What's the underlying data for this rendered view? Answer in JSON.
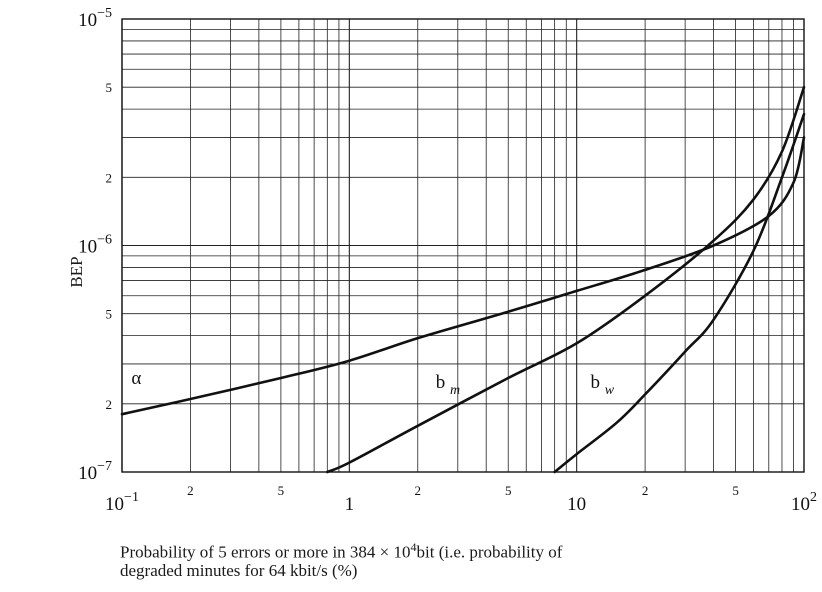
{
  "chart_data": {
    "type": "line",
    "title": "",
    "xlabel": "Probability of 5 errors or more in 384 × 10⁴ bit (i.e. probability of degraded minutes for 64 kbit/s (%)",
    "xlabel_parts": {
      "line1_a": "Probability of 5 errors or more in 384 × 10",
      "line1_sup": "4",
      "line1_b": "bit (i.e. probability of",
      "line2": "degraded minutes for 64 kbit/s (%)"
    },
    "ylabel": "BEP",
    "x_scale": "log",
    "y_scale": "log",
    "xlim": [
      0.1,
      100
    ],
    "ylim": [
      1e-07,
      1e-05
    ],
    "grid": true,
    "x_major_ticks": [
      {
        "value": 0.1,
        "base": "10",
        "sup": "−1"
      },
      {
        "value": 1,
        "base": "1",
        "sup": ""
      },
      {
        "value": 10,
        "base": "10",
        "sup": ""
      },
      {
        "value": 100,
        "base": "10",
        "sup": "2"
      }
    ],
    "x_minor_tick_labels": [
      {
        "value": 0.2,
        "label": "2"
      },
      {
        "value": 0.5,
        "label": "5"
      },
      {
        "value": 2,
        "label": "2"
      },
      {
        "value": 5,
        "label": "5"
      },
      {
        "value": 20,
        "label": "2"
      },
      {
        "value": 50,
        "label": "5"
      }
    ],
    "y_major_ticks": [
      {
        "value": 1e-07,
        "base": "10",
        "sup": "−7"
      },
      {
        "value": 1e-06,
        "base": "10",
        "sup": "−6"
      },
      {
        "value": 1e-05,
        "base": "10",
        "sup": "−5"
      }
    ],
    "y_minor_tick_labels": [
      {
        "value": 2e-07,
        "label": "2"
      },
      {
        "value": 5e-07,
        "label": "5"
      },
      {
        "value": 2e-06,
        "label": "2"
      },
      {
        "value": 5e-06,
        "label": "5"
      }
    ],
    "series": [
      {
        "name": "α",
        "label_main": "α",
        "label_sub": "",
        "label_at": [
          0.11,
          2.45e-07
        ],
        "points": [
          [
            0.1,
            1.8e-07
          ],
          [
            0.2,
            2.1e-07
          ],
          [
            0.5,
            2.6e-07
          ],
          [
            1,
            3.1e-07
          ],
          [
            2,
            3.9e-07
          ],
          [
            5,
            5.1e-07
          ],
          [
            10,
            6.3e-07
          ],
          [
            20,
            7.8e-07
          ],
          [
            40,
            1e-06
          ],
          [
            70,
            1.35e-06
          ],
          [
            90,
            1.9e-06
          ],
          [
            100,
            3e-06
          ]
        ]
      },
      {
        "name": "b m",
        "label_main": "b",
        "label_sub": "m",
        "label_at": [
          2.4,
          2.35e-07
        ],
        "points": [
          [
            0.8,
            1e-07
          ],
          [
            1,
            1.1e-07
          ],
          [
            2,
            1.6e-07
          ],
          [
            5,
            2.6e-07
          ],
          [
            10,
            3.7e-07
          ],
          [
            20,
            6e-07
          ],
          [
            40,
            1.05e-06
          ],
          [
            60,
            1.6e-06
          ],
          [
            80,
            2.6e-06
          ],
          [
            100,
            5e-06
          ]
        ]
      },
      {
        "name": "b w",
        "label_main": "b",
        "label_sub": "w",
        "label_at": [
          11.5,
          2.35e-07
        ],
        "points": [
          [
            8,
            1e-07
          ],
          [
            10,
            1.2e-07
          ],
          [
            15,
            1.65e-07
          ],
          [
            20,
            2.2e-07
          ],
          [
            30,
            3.4e-07
          ],
          [
            40,
            4.7e-07
          ],
          [
            60,
            9.5e-07
          ],
          [
            80,
            2e-06
          ],
          [
            100,
            3.8e-06
          ]
        ]
      }
    ]
  }
}
